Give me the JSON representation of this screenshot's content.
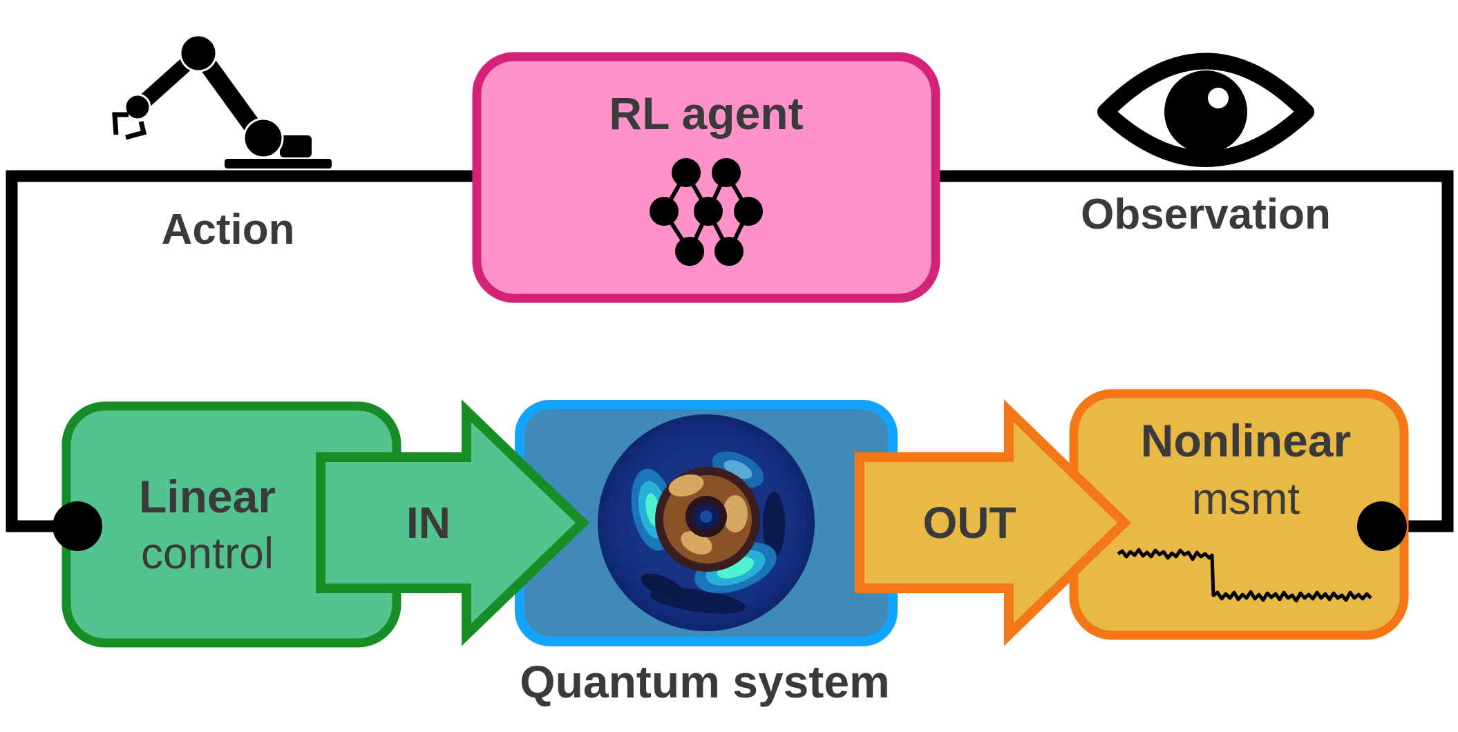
{
  "agent": {
    "title": "RL agent"
  },
  "loop": {
    "action_label": "Action",
    "observation_label": "Observation"
  },
  "linear": {
    "line1": "Linear",
    "line2": "control"
  },
  "in_arrow": {
    "label": "IN"
  },
  "quantum": {
    "label": "Quantum system"
  },
  "out_arrow": {
    "label": "OUT"
  },
  "nonlinear": {
    "line1": "Nonlinear",
    "line2": "msmt"
  },
  "icons": [
    "robot-arm-icon",
    "eye-icon",
    "neural-network-icon",
    "wigner-function-icon",
    "measurement-trace-icon"
  ],
  "colors": {
    "agent_fill": "#ff92c8",
    "agent_stroke": "#d22378",
    "linear_fill": "#54c48e",
    "linear_stroke": "#188c25",
    "quantum_fill": "#3f8ab6",
    "quantum_stroke": "#13a4ff",
    "nonlinear_fill": "#e8ba45",
    "nonlinear_stroke": "#f37716",
    "line": "#000000",
    "text": "#3a3a3a"
  }
}
